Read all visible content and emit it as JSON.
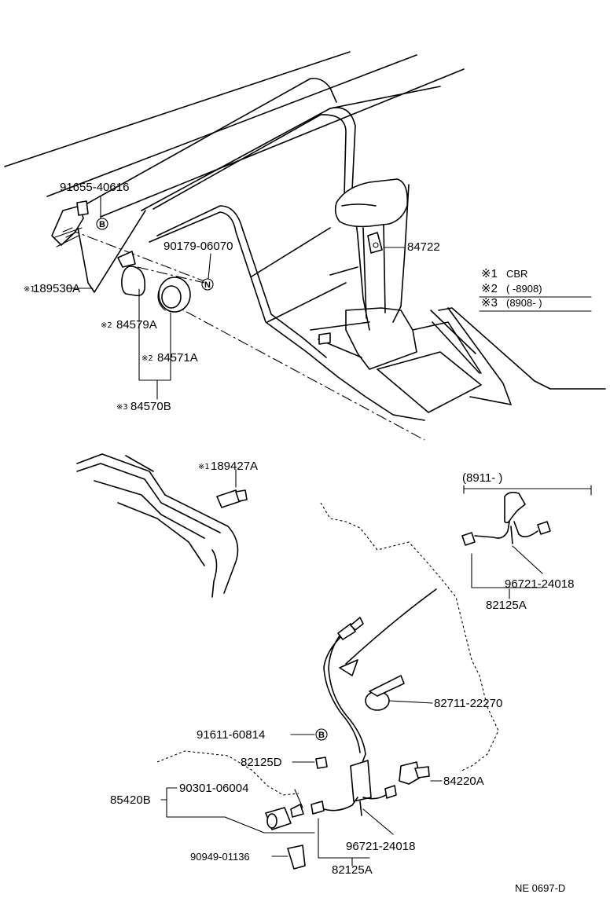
{
  "labels": {
    "p91655": "91655-40616",
    "p90179": "90179-06070",
    "p84722": "84722",
    "p189530": "189530A",
    "p84579": "84579A",
    "p84571": "84571A",
    "p84570": "84570B",
    "p189427": "189427A",
    "p96721_top": "96721-24018",
    "p82125_top": "82125A",
    "p82711": "82711-22270",
    "p91611": "91611-60814",
    "p82125d": "82125D",
    "p84220": "84220A",
    "p85420": "85420B",
    "p90301": "90301-06004",
    "p96721_bot": "96721-24018",
    "p90949": "90949-01136",
    "p82125_bot": "82125A"
  },
  "markers": {
    "star1": "※1",
    "star2": "※2",
    "star3": "※3",
    "b": "B",
    "n": "N"
  },
  "legend": {
    "row1_mark": "※1",
    "row1_text": "CBR",
    "row2_mark": "※2",
    "row2_text": "(        -8908)",
    "row3_mark": "※3",
    "row3_text": "(8908-        )"
  },
  "range_note": "(8911-          )",
  "footer_code": "NE 0697-D"
}
